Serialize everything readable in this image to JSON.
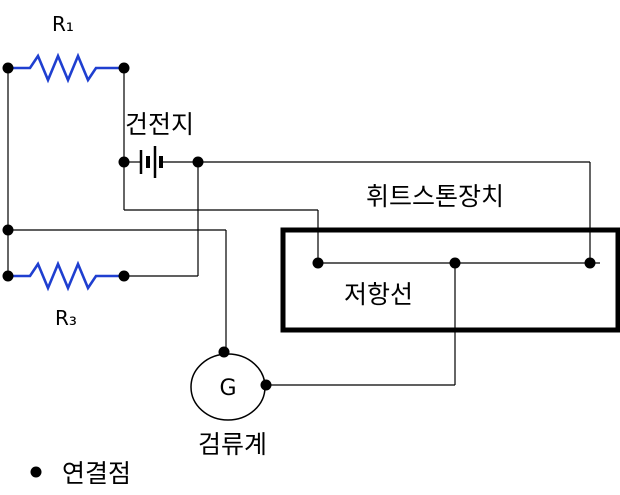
{
  "labels": {
    "r1": "R₁",
    "r3": "R₃",
    "battery": "건전지",
    "wheatstone": "휘트스톤장치",
    "resistance_wire": "저항선",
    "galvanometer_symbol": "G",
    "galvanometer": "검류계",
    "legend": "연결점"
  },
  "colors": {
    "resistor": "#1f3fd0",
    "wire": "#000000"
  },
  "icons": {
    "resistor": "zigzag-resistor-icon",
    "battery": "battery-cell-icon",
    "junction": "junction-dot-icon"
  }
}
